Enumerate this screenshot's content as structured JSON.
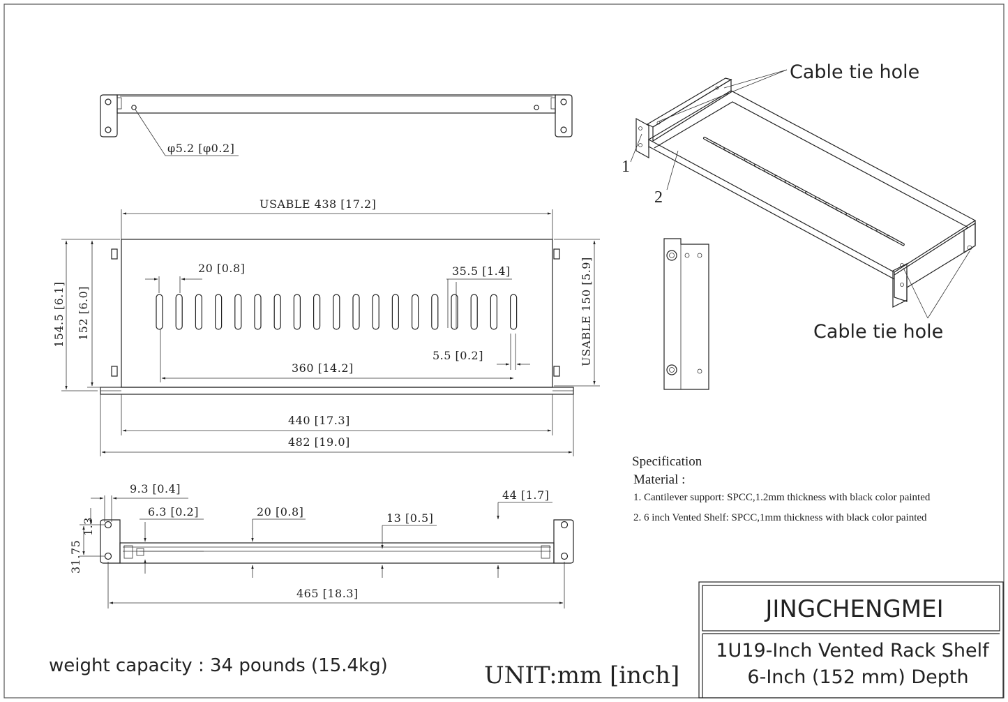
{
  "callouts": {
    "cable_tie_top": "Cable tie hole",
    "cable_tie_bottom": "Cable tie hole",
    "part_1": "1",
    "part_2": "2"
  },
  "top_view": {
    "hole_dim": "φ5.2 [φ0.2]"
  },
  "front_view": {
    "usable_width": "USABLE 438 [17.2]",
    "slot_width": "20 [0.8]",
    "slot_pitch": "35.5 [1.4]",
    "overall_height": "154.5 [6.1]",
    "body_height": "152 [6.0]",
    "usable_depth": "USABLE 150 [5.9]",
    "slot_gap": "5.5 [0.2]",
    "slot_span": "360 [14.2]",
    "body_width": "440 [17.3]",
    "overall_width": "482 [19.0]"
  },
  "side_view": {
    "ear_offset": "9.3 [0.4]",
    "ear_hole": "6.3 [0.2]",
    "dim_20": "20 [0.8]",
    "dim_13": "13 [0.5]",
    "dim_44": "44 [1.7]",
    "ear_height": "1.3",
    "ear_hole_spacing": "31.75",
    "ear_hole_spacing_in": "31.75",
    "mount_span": "465 [18.3]"
  },
  "spec": {
    "heading": "Specification",
    "material_label": "Material :",
    "items": [
      "1.  Cantilever support: SPCC,1.2mm thickness with black color painted",
      "2.  6 inch Vented Shelf: SPCC,1mm thickness with black color painted"
    ]
  },
  "title_block": {
    "brand": "JINGCHENGMEI",
    "product_line1": "1U19-Inch Vented Rack Shelf",
    "product_line2": "6-Inch (152 mm) Depth"
  },
  "footer": {
    "weight": "weight capacity : 34 pounds (15.4kg)",
    "unit": "UNIT:mm [inch]"
  }
}
